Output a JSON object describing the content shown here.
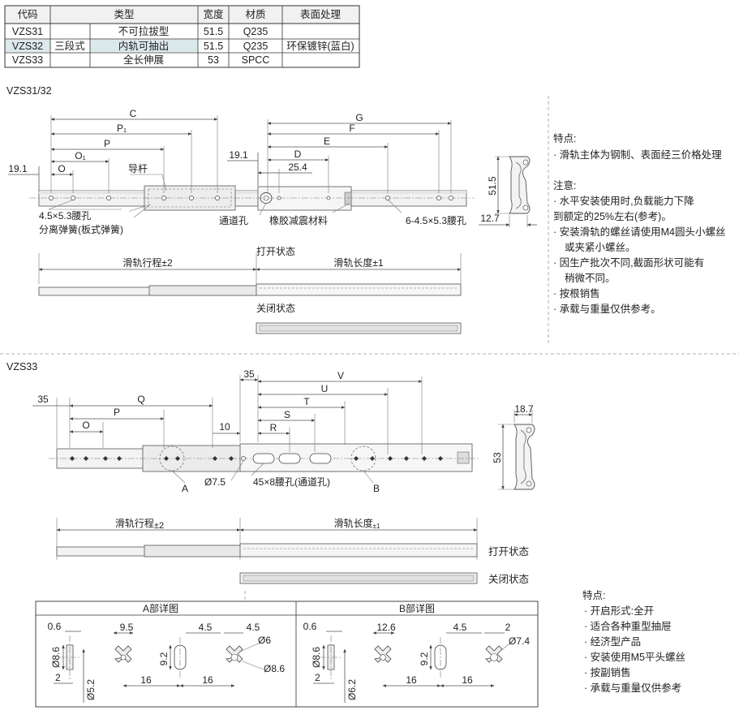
{
  "spec_table": {
    "headers": [
      "代码",
      "类型",
      "宽度",
      "材质",
      "表面处理"
    ],
    "group_label": "三段式",
    "surface": "环保镀锌(蓝白)",
    "rows": [
      {
        "code": "VZS31",
        "type": "不可拉拔型",
        "width": "51.5",
        "material": "Q235"
      },
      {
        "code": "VZS32",
        "type": "内轨可抽出",
        "width": "51.5",
        "material": "Q235"
      },
      {
        "code": "VZS33",
        "type": "全长伸展",
        "width": "53",
        "material": "SPCC"
      }
    ]
  },
  "section1": {
    "title": "VZS31/32",
    "dims": {
      "C": "C",
      "P1": "P₁",
      "P": "P",
      "O1": "O₁",
      "O": "O",
      "G": "G",
      "F": "F",
      "E": "E",
      "D": "D",
      "d191": "19.1",
      "d191b": "19.1",
      "d254": "25.4",
      "h515": "51.5",
      "w127": "12.7"
    },
    "labels": {
      "guide": "导杆",
      "slot_hole": "4.5×5.3腰孔",
      "spring": "分离弹簧(板式弹簧)",
      "pass_hole": "通道孔",
      "rubber": "橡胶减震材料",
      "slots6": "6-4.5×5.3腰孔"
    },
    "travel": "滑轨行程±2",
    "length": "滑轨长度±1",
    "open": "打开状态",
    "closed": "关闭状态"
  },
  "notes1": {
    "features_title": "特点:",
    "features": [
      "· 滑轨主体为钢制、表面经三价格处理"
    ],
    "notice_title": "注意:",
    "notices": [
      "· 水平安装使用时,负载能力下降",
      "到额定的25%左右(参考)。",
      "· 安装滑轨的螺丝请使用M4圆头小螺丝",
      "或夹紧小螺丝。",
      "· 因生产批次不同,截面形状可能有",
      "稍微不同。",
      "· 按根销售",
      "· 承载与重量仅供参考。"
    ]
  },
  "section2": {
    "title": "VZS33",
    "dims": {
      "d35a": "35",
      "d35b": "35",
      "Q": "Q",
      "P": "P",
      "O": "O",
      "V": "V",
      "U": "U",
      "T": "T",
      "S": "S",
      "R": "R",
      "d10": "10",
      "w187": "18.7",
      "h53": "53"
    },
    "labels": {
      "A": "A",
      "B": "B",
      "d75": "Ø7.5",
      "slot": "45×8腰孔(通道孔)"
    },
    "travel_main": "滑轨行程",
    "travel_tol": "±2",
    "length_main": "滑轨长度",
    "length_tol": "±1",
    "open": "打开状态",
    "closed": "关闭状态"
  },
  "detailA": {
    "title": "A部详图",
    "d06": "0.6",
    "d86": "Ø8.6",
    "d2": "2",
    "d52": "Ø5.2",
    "d95": "9.5",
    "d92": "9.2",
    "d45a": "4.5",
    "d16a": "16",
    "d45b": "4.5",
    "d6": "Ø6",
    "d86b": "Ø8.6",
    "d16b": "16"
  },
  "detailB": {
    "title": "B部详图",
    "d06": "0.6",
    "d86": "Ø8.6",
    "d2": "2",
    "d62": "Ø6.2",
    "d126": "12.6",
    "d92": "9.2",
    "d45": "4.5",
    "d16": "16",
    "d2b": "2",
    "d74": "Ø7.4",
    "d16b": "16"
  },
  "notes2": {
    "features_title": "特点:",
    "features": [
      "· 开启形式:全开",
      "· 适合各种重型抽屉",
      "· 经济型产品",
      "· 安装使用M5平头螺丝",
      "· 按副销售",
      "· 承载与重量仅供参考"
    ]
  }
}
